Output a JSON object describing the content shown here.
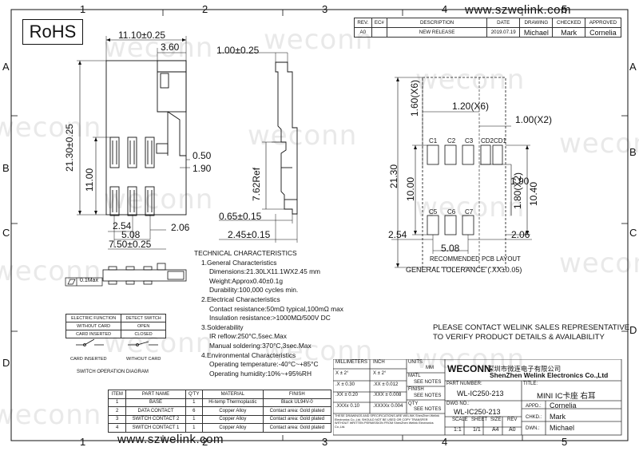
{
  "header": {
    "rohs": "RoHS",
    "website": "www.szwelink.com",
    "watermark": "weconn"
  },
  "grid": {
    "columns": [
      "1",
      "2",
      "3",
      "4",
      "5"
    ],
    "rows": [
      "A",
      "B",
      "C",
      "D"
    ]
  },
  "revision_table": {
    "headers": [
      "REV.",
      "EC#",
      "DESCRIPTION",
      "DATE",
      "DRAWING",
      "CHECKED",
      "APPROVED"
    ],
    "row": [
      "A0",
      "",
      "NEW RELEASE",
      "2019.07.19",
      "Michael",
      "Mark",
      "Cornelia"
    ]
  },
  "dims_left": {
    "overall_width": "11.10±0.25",
    "offset": "3.60",
    "height": "21.30±0.25",
    "inner_height": "11.00",
    "d050": "0.50",
    "d190": "1.90",
    "d254": "2.54",
    "d508": "5.08",
    "d206": "2.06",
    "d750": "7.50±0.25"
  },
  "dims_side": {
    "top": "1.00±0.25",
    "ref": "7.62Ref",
    "d065": "0.65±0.15",
    "d245": "2.45±0.15"
  },
  "dims_pcb": {
    "d160": "1.60(X6)",
    "d120": "1.20(X6)",
    "d100": "1.00(X2)",
    "h2130": "21.30",
    "h1000": "10.00",
    "d190": "1.90",
    "d180": "1.80(X2)",
    "h1040": "10.40",
    "d254": "2.54",
    "d206": "2.06",
    "d508": "5.08",
    "pads_top": [
      "C1",
      "C2",
      "C3",
      "CD2",
      "CD1"
    ],
    "pads_bottom": [
      "C5",
      "C6",
      "C7"
    ]
  },
  "pcb_layout_label": "RECOMMENDED PCB LAYOUT",
  "general_tolerance": "GENERAL TOLERANCE (.XX±0.05)",
  "flatness": "0.1Max",
  "technical": {
    "title": "TECHNICAL CHARACTERISTICS",
    "s1": "1.General Characteristics",
    "s1a": "Dimensions:21.30LX11.1WX2.45 mm",
    "s1b": "Weight:Approx0.40±0.1g",
    "s1c": "Durability:100,000 cycles min.",
    "s2": "2.Electrical Characteristics",
    "s2a": "Contact resistance:50mΩ typical,100mΩ max",
    "s2b": "Insulation resistance:>1000MΩ/500V DC",
    "s3": "3.Solderability",
    "s3a": "IR reflow:250°C,5sec.Max",
    "s3b": "Manual soldering:370°C,3sec.Max",
    "s4": "4.Environmental Characteristics",
    "s4a": "Operating temperature:-40°C~+85°C",
    "s4b": "Operating humidity:10%~+95%RH"
  },
  "switch_table": {
    "headers": [
      "ELECTRIC FUNCTION",
      "DETECT SWITCH"
    ],
    "rows": [
      [
        "WITHOUT CARD",
        "OPEN"
      ],
      [
        "CARD INSERTED",
        "CLOSED"
      ]
    ],
    "diagram_labels": [
      "CARD INSERTED",
      "WITHOUT CARD"
    ],
    "caption": "SWITCH OPERATION DIAGRAM"
  },
  "notice": [
    "PLEASE CONTACT WELINK SALES REPRESENTATIVE",
    "TO VERIFY PRODUCT DETAILS & AVAILABILITY"
  ],
  "bom": {
    "headers": [
      "ITEM",
      "PART NAME",
      "Q'TY",
      "MATERIAL",
      "FINISH"
    ],
    "rows": [
      [
        "1",
        "BASE",
        "1",
        "Hi-temp Thermoplastic",
        "Black UL94V-0"
      ],
      [
        "2",
        "DATA CONTACT",
        "6",
        "Copper Alloy",
        "Contact area: Gold plated"
      ],
      [
        "3",
        "SWITCH CONTACT 2",
        "1",
        "Copper Alloy",
        "Contact area: Gold plated"
      ],
      [
        "4",
        "SWITCH CONTACT 1",
        "1",
        "Copper Alloy",
        "Contact area: Gold plated"
      ]
    ]
  },
  "title_block": {
    "mm_head": "MILLIMETERS",
    "inch_head": "INCH",
    "tol_rows": [
      [
        "X  ± 2°",
        "X  ± 2°"
      ],
      [
        ".X   ± 0.30",
        ".XX   ± 0.012"
      ],
      [
        ".XX  ± 0.20",
        ".XXX  ± 0.008"
      ],
      [
        ".XXXx 0.10",
        ".XXXXx 0.004"
      ]
    ],
    "units": "UNITS",
    "units_val": "MM",
    "matl": "MATL",
    "matl_val": "SEE NOTES",
    "finish": "FINISH",
    "finish_val": "SEE NOTES",
    "qty": "QTY",
    "qty_val": "SEE NOTES",
    "disclaimer": "THESE DRAWINGS AND SPECIFICATIONS ARE WELINK ShenZhen Welink Electronics Co.,Ltd. SHOULD NOT BE USED OR COPY TRANSFER WITHOUT WRITTEN PERMISSION FROM ShenZhen Welink Electronics Co.,Ltd.",
    "brand": "WECONN",
    "company_cn": "深圳市微连电子有限公司",
    "company_en": "ShenZhen Welink Electronics Co.,Ltd",
    "title_label": "TITLE:",
    "title": "MINI IC卡座 右耳",
    "part_label": "PART NUMBER:",
    "part": "WL-IC250-213",
    "dwg_label": "DWG NO.:",
    "dwg": "WL-IC250-213",
    "appd_label": "APPD.:",
    "appd": "Cornelia",
    "chkd_label": "CHKD.:",
    "chkd": "Mark",
    "dwn_label": "DWN.:",
    "dwn": "Michael",
    "scale_label": "SCALE",
    "scale": "1:1",
    "sheet_label": "SHEET",
    "sheet": "1/1",
    "size_label": "SIZE",
    "size": "A4",
    "rev_label": "REV",
    "rev": "A0"
  }
}
